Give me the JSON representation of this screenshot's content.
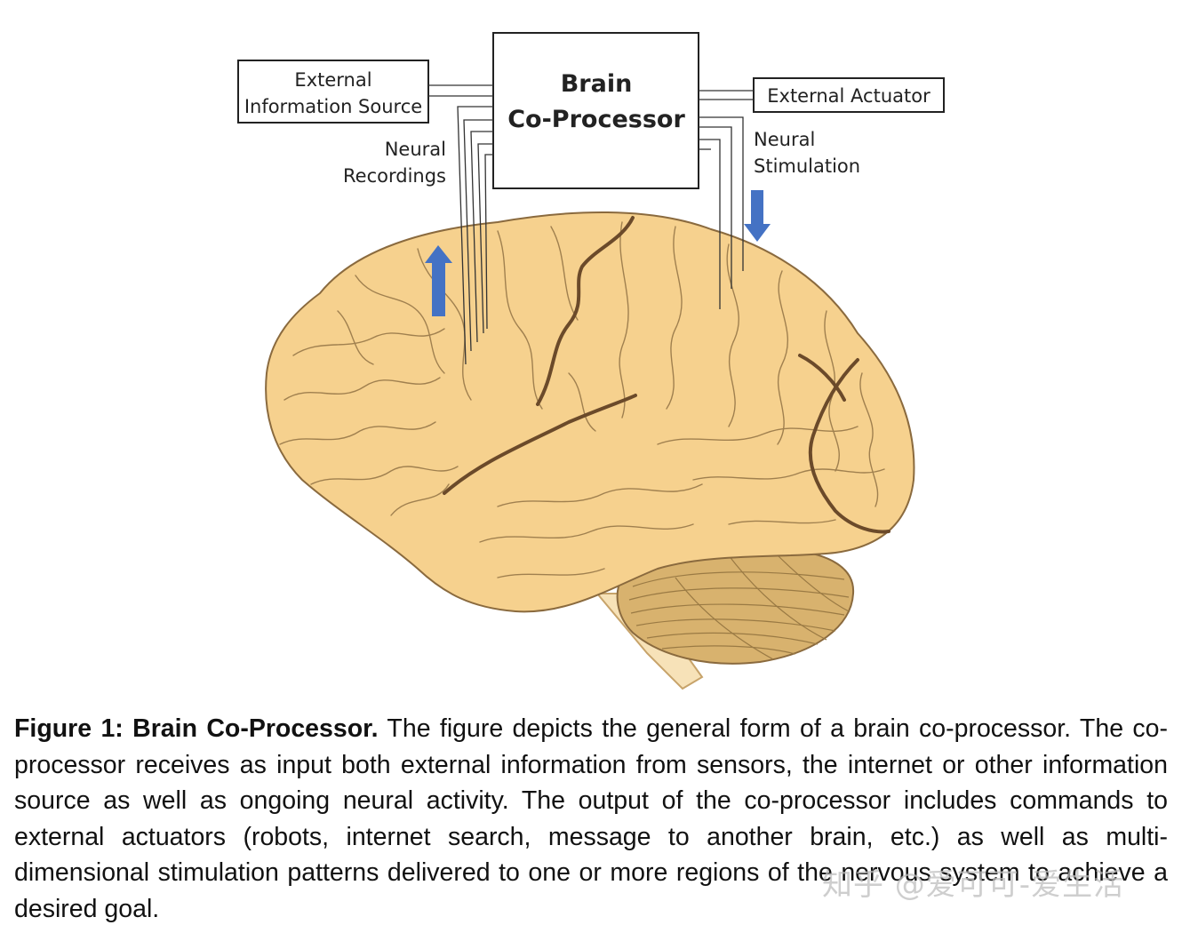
{
  "diagram": {
    "coprocessor": {
      "line1": "Brain",
      "line2": "Co-Processor"
    },
    "source": {
      "line1": "External",
      "line2": "Information Source"
    },
    "actuator": {
      "label": "External Actuator"
    },
    "recordings": {
      "line1": "Neural",
      "line2": "Recordings"
    },
    "stimulation": {
      "line1": "Neural",
      "line2": "Stimulation"
    },
    "colors": {
      "arrow": "#4472c4",
      "brain": "#f6d18e",
      "cerebellum": "#d8b26e"
    }
  },
  "caption": {
    "title": "Figure 1: Brain Co-Processor.",
    "body": " The figure depicts the general form of a brain co-processor. The co-processor receives as input both external information from sensors, the internet or other information source as well as ongoing neural activity. The output of the co-processor includes commands to external actuators (robots, internet search, message to another brain, etc.) as well as multi-dimensional stimulation patterns delivered to one or more regions of the nervous system to achieve a desired goal."
  },
  "watermark": "知乎 @爱可可-爱生活"
}
